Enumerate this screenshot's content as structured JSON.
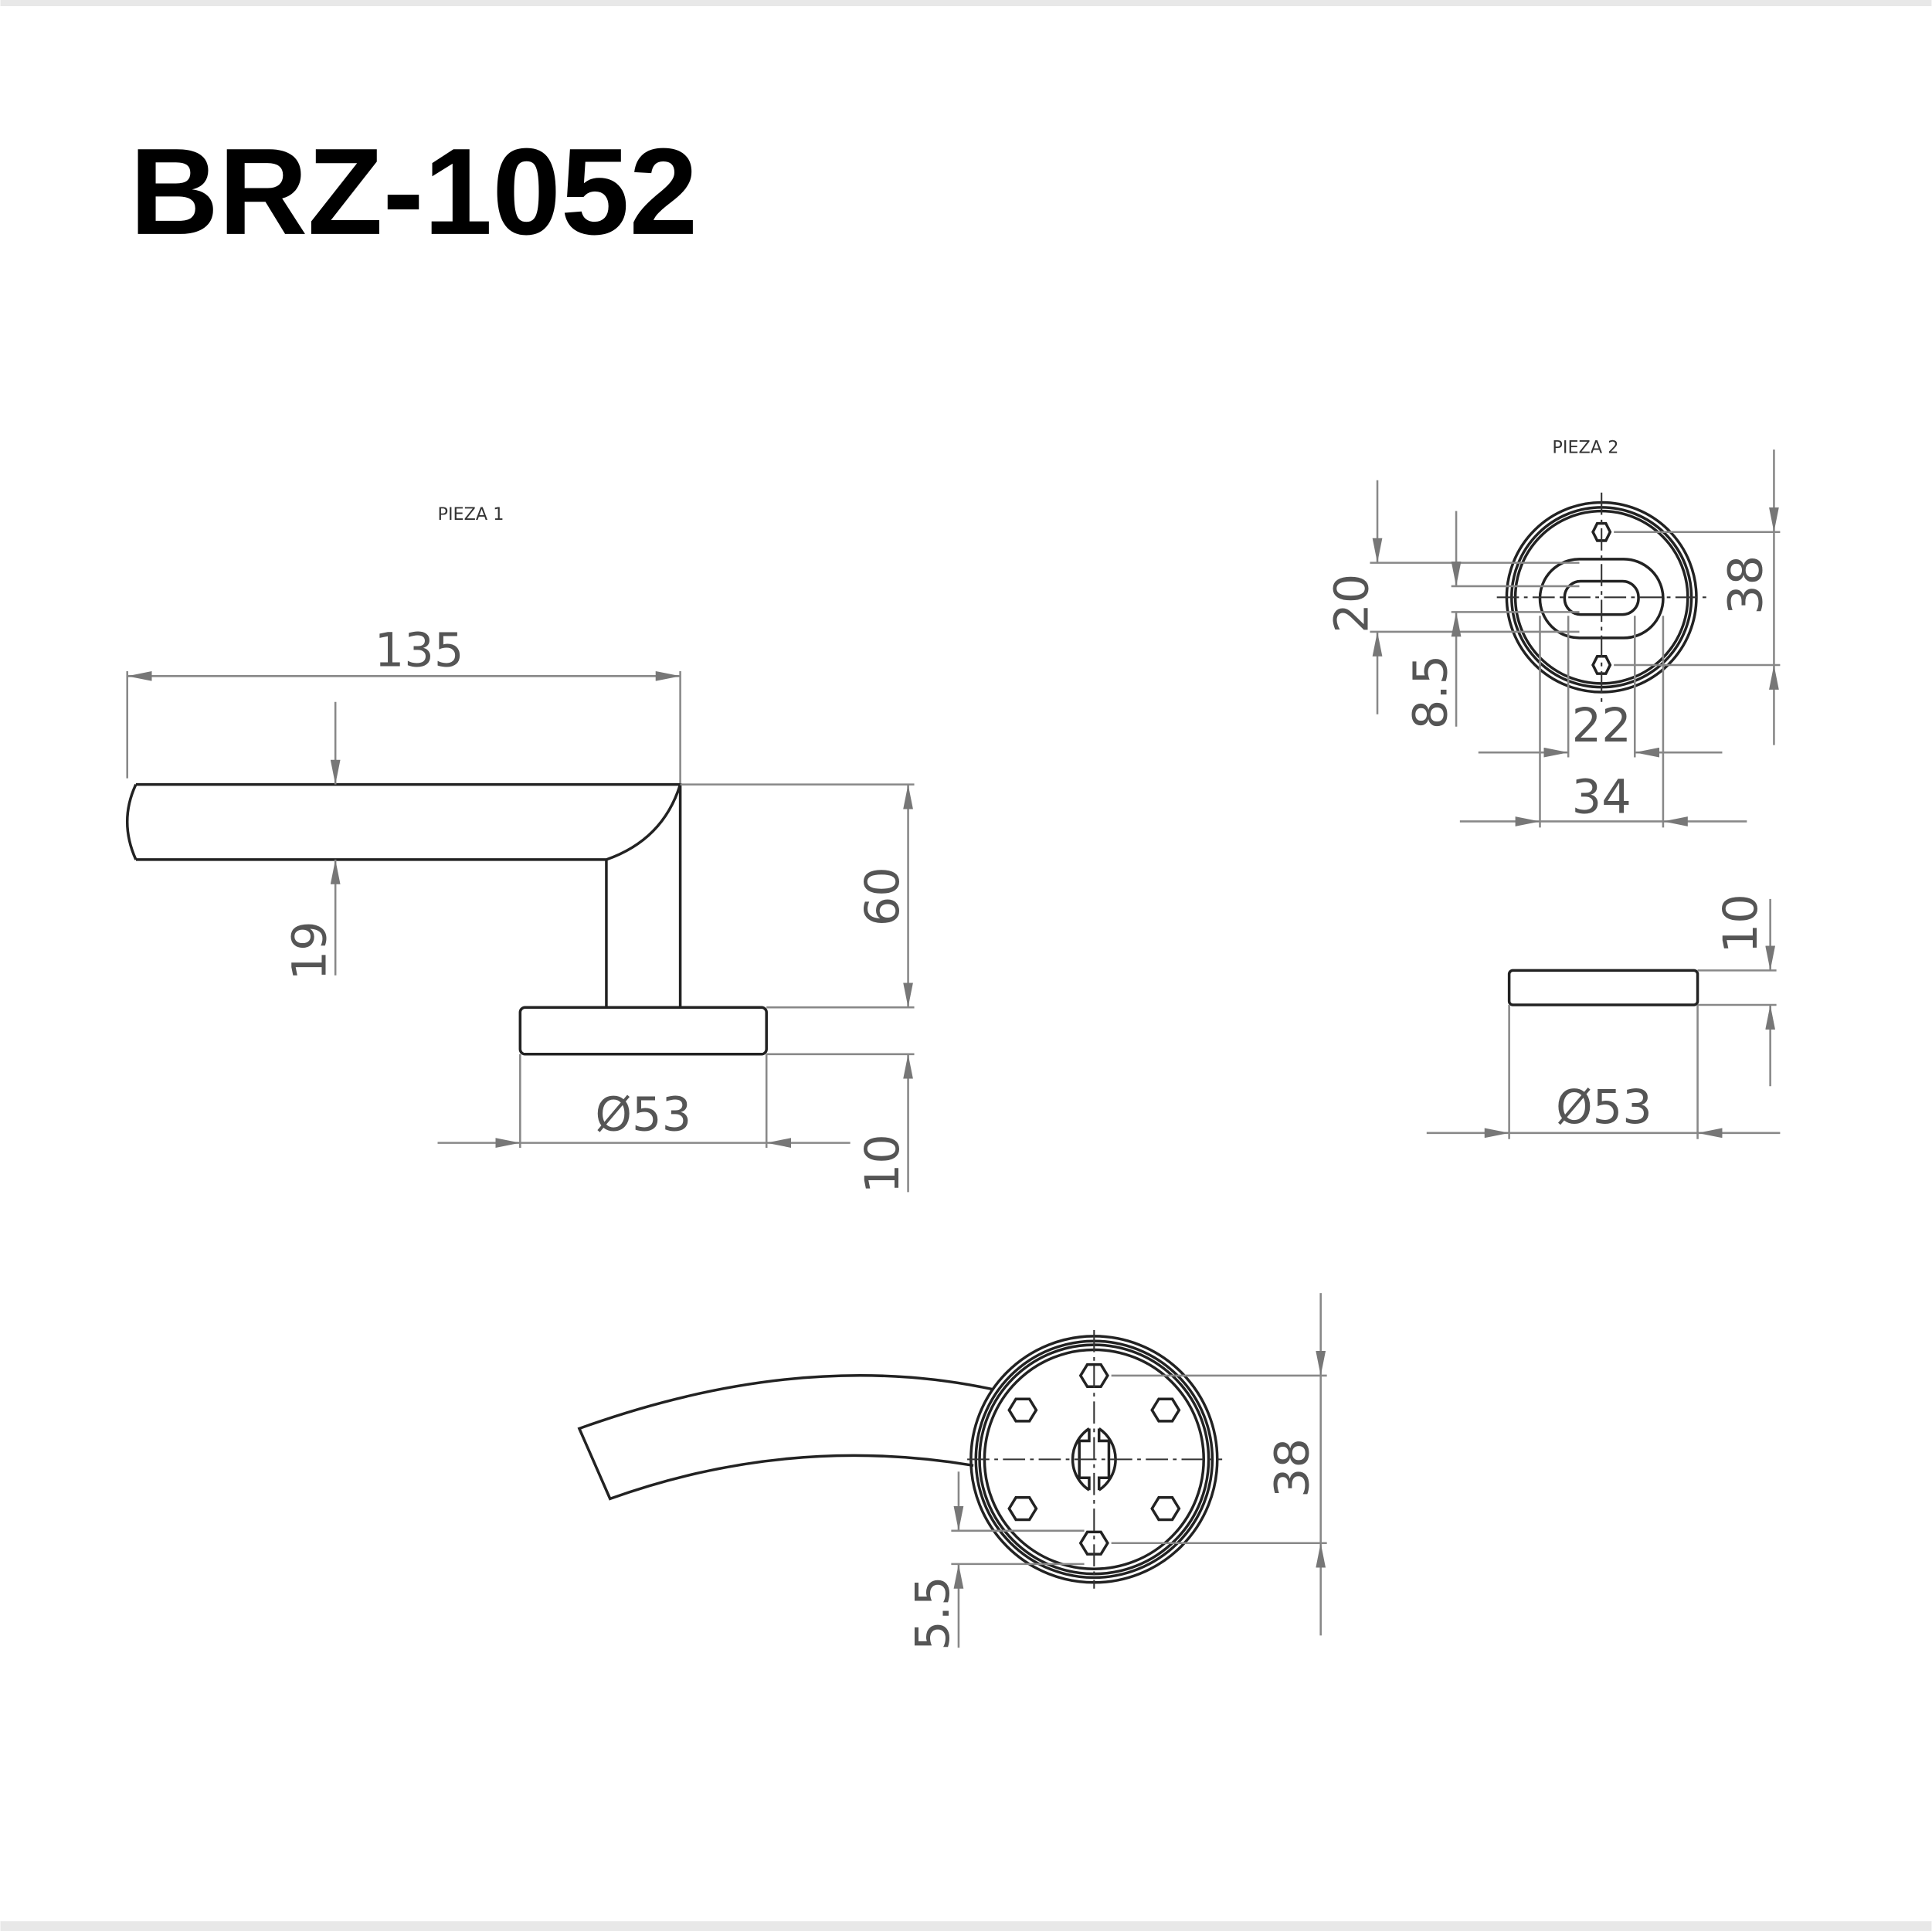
{
  "title": "BRZ-1052",
  "colors": {
    "outline": "#222222",
    "dimension": "#888888",
    "text": "#555555",
    "border": "#e8e8e8"
  },
  "pieza1": {
    "label": "PIEZA 1",
    "dims": {
      "length": "135",
      "thickness": "19",
      "height": "60",
      "rose_height": "10",
      "rose_diameter": "Ø53"
    }
  },
  "pieza2": {
    "label": "PIEZA 2",
    "dims": {
      "outer_slot": "20",
      "inner_slot": "8.5",
      "inner_width": "22",
      "outer_width": "34",
      "hole_spacing": "38",
      "height": "10",
      "diameter": "Ø53"
    }
  },
  "bottom_view": {
    "dims": {
      "hole_spacing": "38",
      "offset": "5.5"
    }
  }
}
